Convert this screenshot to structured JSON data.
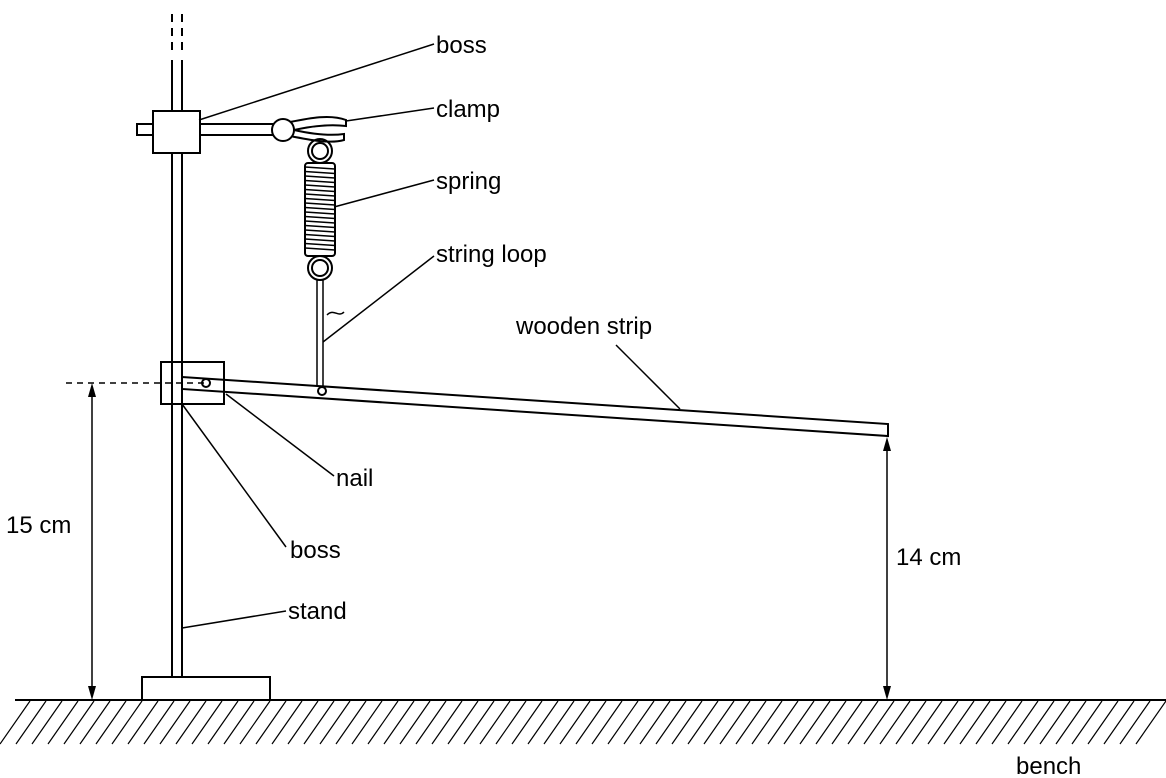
{
  "labels": {
    "boss_top": "boss",
    "clamp": "clamp",
    "spring": "spring",
    "string_loop": "string loop",
    "wooden_strip": "wooden strip",
    "nail": "nail",
    "boss_bottom": "boss",
    "stand": "stand",
    "height_left": "15 cm",
    "height_right": "14 cm",
    "bench": "bench"
  }
}
